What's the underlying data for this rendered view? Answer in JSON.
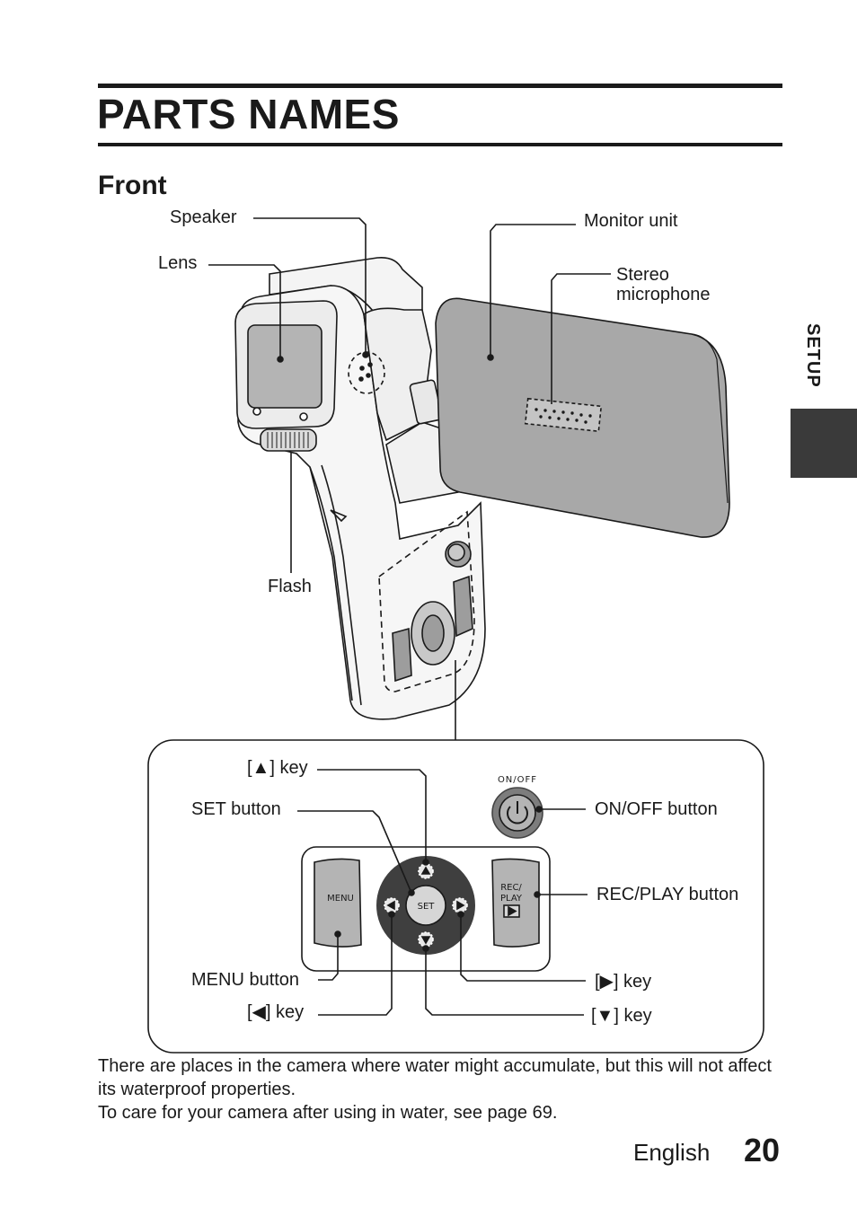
{
  "page": {
    "title": "PARTS NAMES",
    "section": "Front",
    "side_tab": "SETUP",
    "footer_language": "English",
    "footer_page_number": "20"
  },
  "camera_labels": {
    "speaker": "Speaker",
    "lens": "Lens",
    "flash": "Flash",
    "monitor_unit": "Monitor unit",
    "stereo_microphone_line1": "Stereo",
    "stereo_microphone_line2": "microphone"
  },
  "control_labels": {
    "up_key": "[▲] key",
    "set_button": "SET button",
    "menu_button": "MENU button",
    "left_key": "[◀] key",
    "on_off_button": "ON/OFF button",
    "rec_play_button": "REC/PLAY button",
    "right_key": "[▶] key",
    "down_key": "[▼] key"
  },
  "control_panel_text": {
    "on_off": "ON/OFF",
    "menu": "MENU",
    "set": "SET",
    "rec_play_line1": "REC/",
    "rec_play_line2": "PLAY"
  },
  "notes": [
    "There are places in the camera where water might accumulate, but this will not affect its waterproof properties.",
    "To care for your camera after using in water, see page 69."
  ],
  "colors": {
    "text": "#1a1a1a",
    "side_tab": "#3a3a3a",
    "monitor_fill": "#a8a8a8",
    "lens_fill": "#b4b4b4"
  }
}
